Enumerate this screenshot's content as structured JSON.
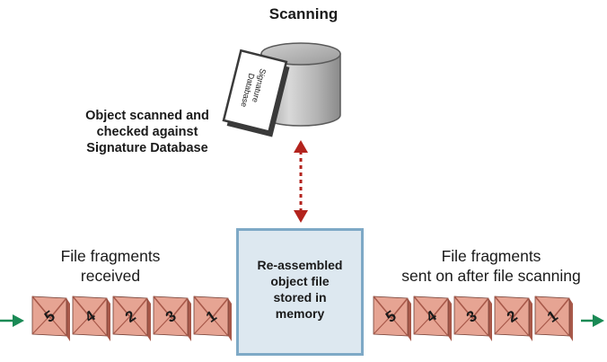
{
  "title": "Scanning",
  "database": {
    "label_line1": "Signature",
    "label_line2": "Database"
  },
  "scan_note": [
    "Object scanned and",
    "checked against",
    "Signature Database"
  ],
  "memory_box": [
    "Re-assembled",
    "object file",
    "stored in",
    "memory"
  ],
  "received_label": [
    "File fragments",
    "received"
  ],
  "sent_label": [
    "File fragments",
    "sent on after file scanning"
  ],
  "received_fragments": [
    "5",
    "4",
    "2",
    "3",
    "1"
  ],
  "sent_fragments": [
    "5",
    "4",
    "3",
    "2",
    "1"
  ],
  "colors": {
    "flow_arrow": "#1a8a55",
    "scan_arrow": "#b3231d",
    "fragment_face": "#e6a493",
    "fragment_dark": "#a8594a",
    "box_border": "#7ea9c6",
    "box_fill": "#dde8f0"
  },
  "icons": {
    "database": "database-cylinder-icon",
    "flow": "arrow-right-icon",
    "scan": "double-arrow-vertical-icon"
  }
}
